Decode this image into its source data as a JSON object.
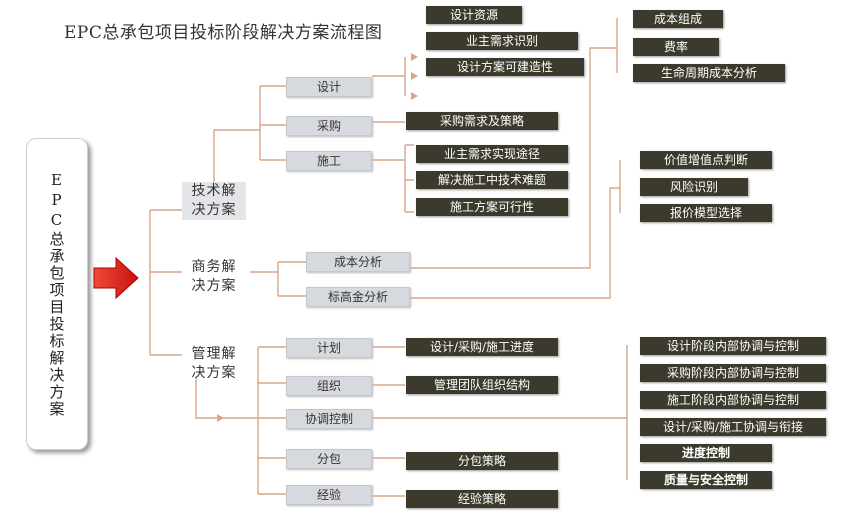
{
  "title": "EPC总承包项目投标阶段解决方案流程图",
  "root": "EPC总承包项目投标解决方案",
  "level1": {
    "tech": [
      "技术解",
      "决方案"
    ],
    "biz": [
      "商务解",
      "决方案"
    ],
    "mgmt": [
      "管理解",
      "决方案"
    ]
  },
  "level2": {
    "design": "设计",
    "procure": "采购",
    "construct": "施工",
    "cost": "成本分析",
    "bid": "标高金分析",
    "plan": "计划",
    "org": "组织",
    "coord": "协调控制",
    "subcon": "分包",
    "exp": "经验"
  },
  "level3": {
    "design": [
      "设计资源",
      "业主需求识别",
      "设计方案可建造性"
    ],
    "procure": [
      "采购需求及策略"
    ],
    "construct": [
      "业主需求实现途径",
      "解决施工中技术难题",
      "施工方案可行性"
    ],
    "cost_top": [
      "成本组成",
      "费率",
      "生命周期成本分析"
    ],
    "value": [
      "价值增值点判断",
      "风险识别",
      "报价模型选择"
    ],
    "plan": [
      "设计/采购/施工进度"
    ],
    "org": [
      "管理团队组织结构"
    ],
    "coord": [
      "设计阶段内部协调与控制",
      "采购阶段内部协调与控制",
      "施工阶段内部协调与控制",
      "设计/采购/施工协调与衔接",
      "进度控制",
      "质量与安全控制"
    ],
    "subcon": [
      "分包策略"
    ],
    "exp": [
      "经验策略"
    ]
  },
  "colors": {
    "connector": "#d9a58a",
    "arrow": "#e02020",
    "dark_box": "#3c3a2c",
    "light_box": "#d6d9dd"
  }
}
